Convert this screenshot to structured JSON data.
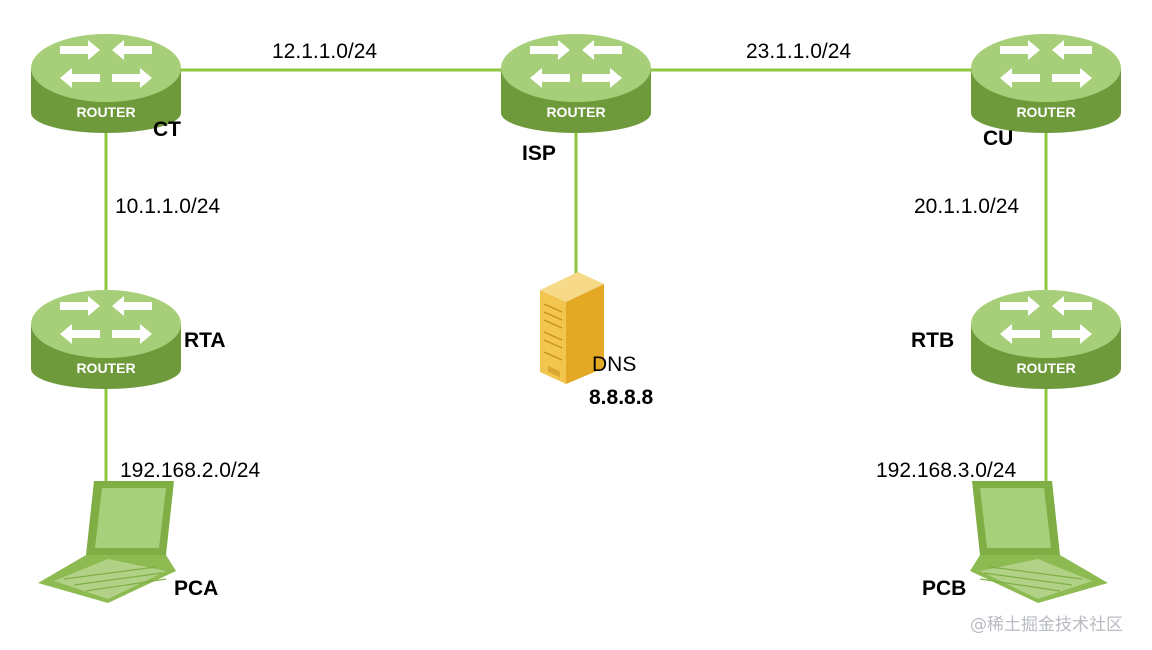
{
  "colors": {
    "link": "#8dc63f",
    "router_top": "#a9cf7c",
    "router_side": "#6f9a3c",
    "laptop": "#8dbb52",
    "server": "#f0c040"
  },
  "devices": {
    "ct": {
      "label": "CT",
      "badge": "ROUTER",
      "icon": "router-icon"
    },
    "isp": {
      "label": "ISP",
      "badge": "ROUTER",
      "icon": "router-icon"
    },
    "cu": {
      "label": "CU",
      "badge": "ROUTER",
      "icon": "router-icon"
    },
    "rta": {
      "label": "RTA",
      "badge": "ROUTER",
      "icon": "router-icon"
    },
    "rtb": {
      "label": "RTB",
      "badge": "ROUTER",
      "icon": "router-icon"
    },
    "pca": {
      "label": "PCA",
      "icon": "laptop-icon"
    },
    "pcb": {
      "label": "PCB",
      "icon": "laptop-icon"
    },
    "dns": {
      "label": "DNS",
      "ip": "8.8.8.8",
      "icon": "server-icon"
    }
  },
  "links": {
    "ct_isp": "12.1.1.0/24",
    "isp_cu": "23.1.1.0/24",
    "ct_rta": "10.1.1.0/24",
    "cu_rtb": "20.1.1.0/24",
    "rta_pca": "192.168.2.0/24",
    "rtb_pcb": "192.168.3.0/24"
  },
  "watermark": "@稀土掘金技术社区"
}
